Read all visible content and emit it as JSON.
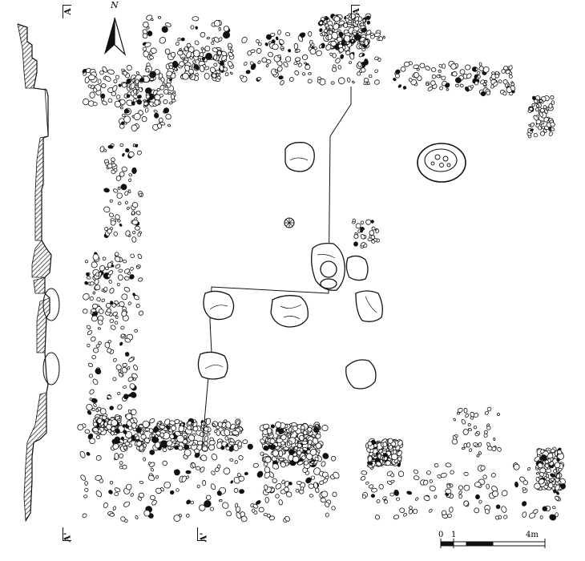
{
  "north_label": "N",
  "section_labels": {
    "a_left_top": "A",
    "a_right_top": "A",
    "a_prime_left_bottom": "A'",
    "a_prime_mid_bottom": "A'"
  },
  "scale_bar": {
    "ticks": [
      "0",
      "1",
      "4m"
    ]
  },
  "colors": {
    "ink": "#111111",
    "hatch": "#333333",
    "paper": "#ffffff"
  }
}
